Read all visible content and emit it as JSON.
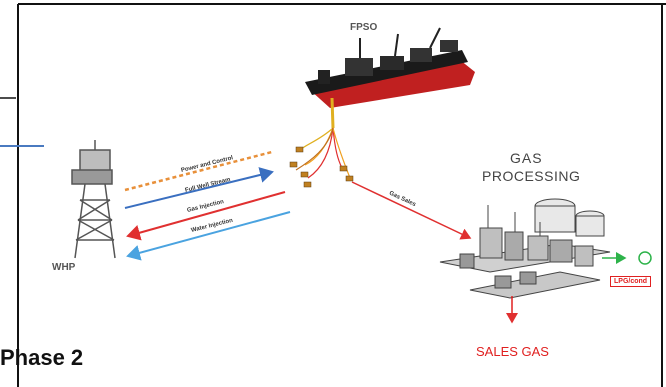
{
  "diagram": {
    "fpso_label": "FPSO",
    "whp_label": "WHP",
    "gas_processing_line1": "GAS",
    "gas_processing_line2": "PROCESSING",
    "sales_gas_label": "SALES GAS",
    "lpg_label": "LPG/cond",
    "phase_label": "Phase 2",
    "flows": {
      "power_control": "Power and Control",
      "full_well_stream": "Full Well Stream",
      "gas_injection": "Gas Injection",
      "water_injection": "Water Injection",
      "gas_sales": "Gas Sales"
    }
  },
  "colors": {
    "power_control": "#e8903a",
    "full_well_stream": "#3a6fc0",
    "gas_injection": "#e03030",
    "water_injection": "#4aa3e0",
    "gas_sales": "#e03030",
    "lpg_arrow": "#2db34a",
    "sales_gas_arrow": "#e02020",
    "frame": "#111111",
    "divider": "#4a7ac0"
  }
}
